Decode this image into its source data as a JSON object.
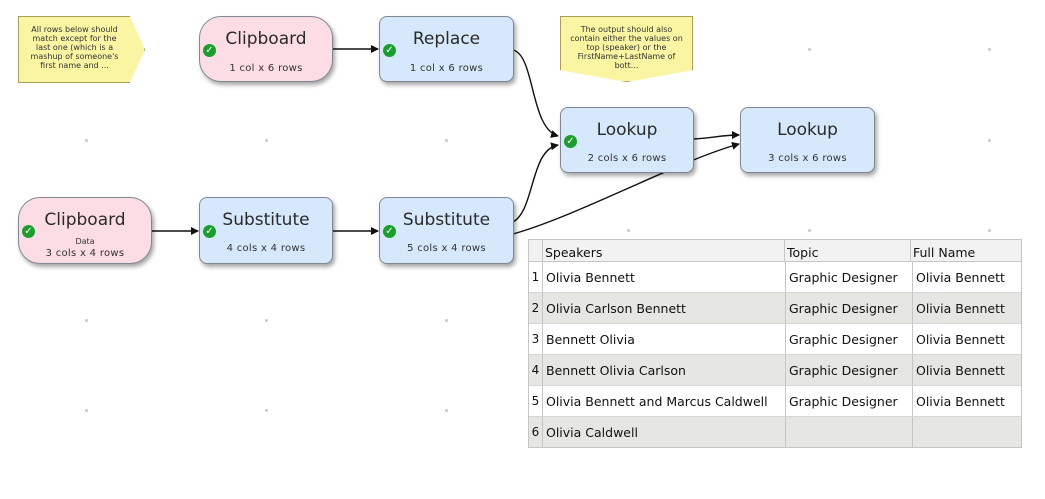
{
  "notes": {
    "left": "All rows below should match except for the last one (which is a mashup of someone's first name and ...",
    "right": "The output should also contain either the values on top (speaker) or the FirstName+LastName of bott..."
  },
  "nodes": {
    "clipboard_top": {
      "title": "Clipboard",
      "sub": "1 col x 6 rows"
    },
    "replace": {
      "title": "Replace",
      "sub": "1 col x 6 rows"
    },
    "lookup_1": {
      "title": "Lookup",
      "sub": "2 cols x 6 rows"
    },
    "lookup_2": {
      "title": "Lookup",
      "sub": "3 cols x 6 rows"
    },
    "clipboard_data": {
      "title": "Clipboard",
      "extra": "Data",
      "sub": "3 cols x 4 rows"
    },
    "substitute_1": {
      "title": "Substitute",
      "sub": "4 cols x 4 rows"
    },
    "substitute_2": {
      "title": "Substitute",
      "sub": "5 cols x 4 rows"
    }
  },
  "status_icon": "check-icon",
  "colors": {
    "node_blue": "#d6e8fb",
    "node_pink": "#fcdde6",
    "note": "#faf5a2",
    "status_ok": "#1c9e2e"
  },
  "table": {
    "headers": [
      "Speakers",
      "Topic",
      "Full Name"
    ],
    "rows": [
      {
        "index": "1",
        "speakers": "Olivia Bennett",
        "topic": "Graphic Designer",
        "full_name": "Olivia Bennett"
      },
      {
        "index": "2",
        "speakers": "Olivia Carlson Bennett",
        "topic": "Graphic Designer",
        "full_name": "Olivia Bennett"
      },
      {
        "index": "3",
        "speakers": "Bennett Olivia",
        "topic": "Graphic Designer",
        "full_name": "Olivia Bennett"
      },
      {
        "index": "4",
        "speakers": "Bennett Olivia Carlson",
        "topic": "Graphic Designer",
        "full_name": "Olivia Bennett"
      },
      {
        "index": "5",
        "speakers": "Olivia Bennett and Marcus Caldwell",
        "topic": "Graphic Designer",
        "full_name": "Olivia Bennett"
      },
      {
        "index": "6",
        "speakers": "Olivia Caldwell",
        "topic": "",
        "full_name": ""
      }
    ]
  }
}
